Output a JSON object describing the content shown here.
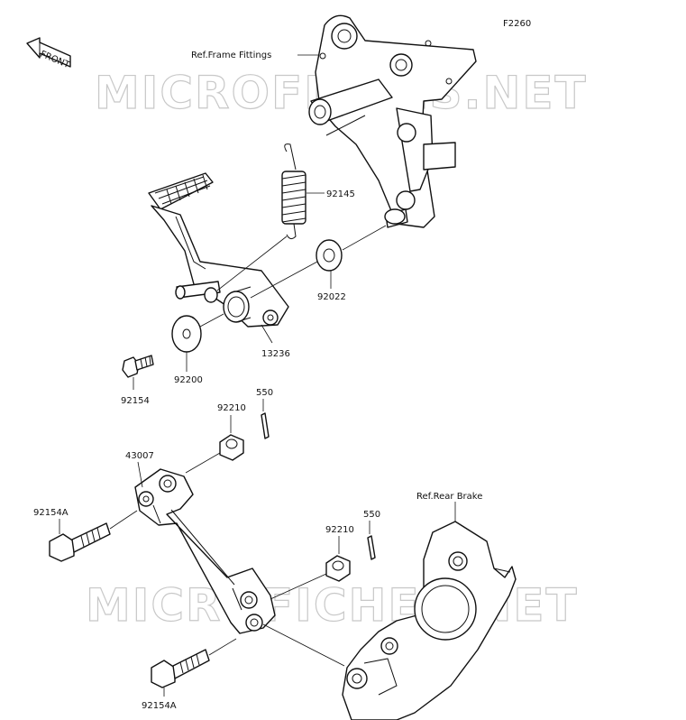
{
  "figure_id": "F2260",
  "watermark": "MICROFICHES.NET",
  "front_arrow": {
    "label": "FRONT",
    "icon": "front-arrow-icon"
  },
  "ref_labels": {
    "frame_fittings": "Ref.Frame Fittings",
    "rear_brake": "Ref.Rear Brake"
  },
  "callouts": {
    "spring": "92145",
    "washer_upper": "92022",
    "bushing": "13236",
    "washer_lower": "92200",
    "bolt_pedal": "92154",
    "pin_upper": "550",
    "nut_upper": "92210",
    "rod": "43007",
    "bolt_rod_upper": "92154A",
    "pin_lower": "550",
    "nut_lower": "92210",
    "bolt_rod_lower": "92154A"
  },
  "colors": {
    "line": "#111111",
    "watermark": "#c8c8c8",
    "background": "#ffffff"
  }
}
